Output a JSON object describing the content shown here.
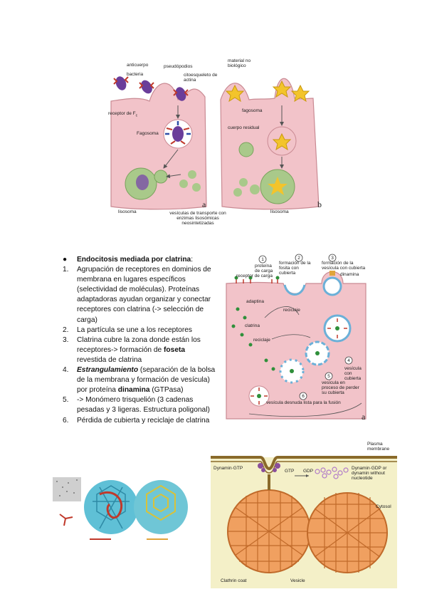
{
  "figure_top": {
    "labels": {
      "anticuerpo": "anticuerpo",
      "bacteria": "bacteria",
      "pseudopodios": "pseudópodios",
      "citoesqueleto": "citoesqueleto de actina",
      "material": "material no biológico",
      "receptor_fc": "receptor de F",
      "receptor_fc_sub": "c",
      "fagosoma_a": "Fagosoma",
      "fagosoma_b": "fagosoma",
      "cuerpo_residual": "cuerpo residual",
      "lisosoma_a": "lisosoma",
      "lisosoma_b": "lisosoma",
      "vesiculas": "vesículas de transporte con enzimas lisosómicas neosintetizadas",
      "panel_a": "a",
      "panel_b": "b"
    }
  },
  "notes": {
    "heading_bullet": "●",
    "heading_bold": "Endocitosis mediada por clatrina",
    "heading_tail": ":",
    "items": [
      {
        "num": "1.",
        "text": "Agrupación de receptores en dominios de membrana en lugares específicos (selectividad de moléculas). Proteínas adaptadoras ayudan organizar y conectar receptores con clatrina (-> selección de carga)"
      },
      {
        "num": "2.",
        "text": "La partícula se une a los receptores"
      },
      {
        "num": "3.",
        "pre": "Clatrina cubre la zona donde están los receptores-> formación de ",
        "bold": "foseta",
        "post": " revestida de clatrina"
      },
      {
        "num": "4.",
        "bolditalic": "Estrangulamiento",
        "pre": " (separación de la bolsa de la membrana y formación de vesícula) por proteína ",
        "bold": "dinamina",
        "post": " (GTPasa)"
      },
      {
        "num": "5.",
        "text": "-> Monómero trisquelión (3 cadenas pesadas y 3 ligeras. Estructura poligonal)"
      },
      {
        "num": "6.",
        "text": "Pérdida de cubierta y reciclaje de clatrina"
      }
    ]
  },
  "figure_right": {
    "steps": [
      "1",
      "2",
      "3",
      "4",
      "5",
      "6"
    ],
    "labels": {
      "proteina_carga": "proteína de carga",
      "receptor_carga": "receptor de carga",
      "formacion_fosita": "formación de la fosita con cubierta",
      "formacion_vesicula": "formación de la vesícula con cubierta",
      "dinamina": "dinamina",
      "adaptina": "adaptina",
      "clatrina": "clatrina",
      "reciclaje_1": "reciclaje",
      "reciclaje_2": "reciclaje",
      "vesicula_cubierta": "vesícula con cubierta",
      "vesicula_perdiendo": "vesícula en proceso de perder su cubierta",
      "vesicula_desnuda": "vesícula desnuda lista para la fusión",
      "panel_a": "a"
    }
  },
  "figure_bottom_right": {
    "labels": {
      "plasma_membrane": "Plasma membrane",
      "dynamin_gtp": "Dynamin·GTP",
      "gtp": "GTP",
      "gdp": "GDP",
      "dynamin_gdp": "Dynamin·GDP or dynamin without nucleotide",
      "cytosol": "Cytosol",
      "clathrin_coat": "Clathrin coat",
      "vesicle": "Vesicle"
    }
  },
  "figure_bottom_left": {
    "labels": {}
  },
  "colors": {
    "cell_pink": "#f2c3c9",
    "cell_border": "#c98a93",
    "lysosome_green": "#a9c98a",
    "clathrin_orange": "#e9874a",
    "bacteria_purple": "#6a3d9a"
  }
}
